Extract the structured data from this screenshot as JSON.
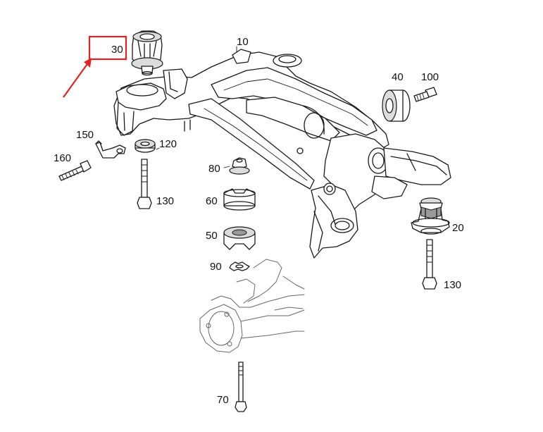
{
  "highlight_color": "#e32222",
  "labels": {
    "p10": "10",
    "p20": "20",
    "p30": "30",
    "p40": "40",
    "p50": "50",
    "p60": "60",
    "p70": "70",
    "p80": "80",
    "p90": "90",
    "p100": "100",
    "p120": "120",
    "p130_left": "130",
    "p130_right": "130",
    "p150": "150",
    "p160": "160"
  },
  "highlighted_part": "30"
}
